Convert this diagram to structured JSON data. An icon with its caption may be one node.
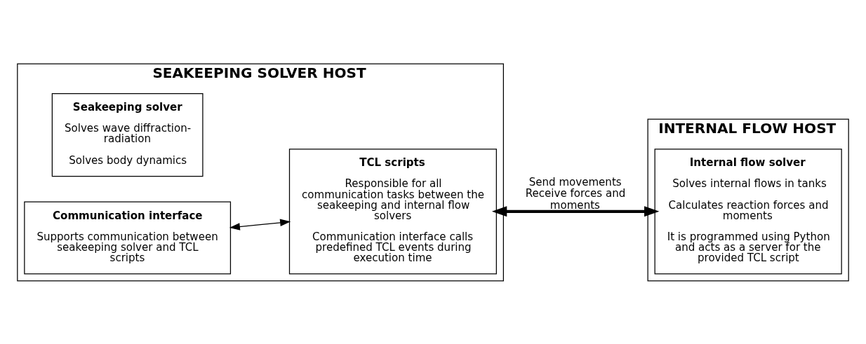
{
  "diagram": {
    "nodes": [
      {
        "text": [
          "SEAKEEPING SOLVER HOST"
        ]
      },
      {
        "text": [
          "Seakeeping solver",
          "Solves wave diffraction-radiation",
          "Solves body dynamics"
        ],
        "in": 0
      },
      {
        "text": [
          "Communication interface",
          "Supports communication between seakeeping solver and TCL scripts"
        ],
        "in": 0
      },
      {
        "text": [
          "TCL scripts",
          "Responsible for all communication tasks between the seakeeping and internal flow solvers",
          "Communication interface calls predefined TCL events during execution time"
        ],
        "in": 0
      },
      {
        "text": [
          "INTERNAL FLOW HOST"
        ]
      },
      {
        "text": [
          "Internal flow solver",
          "Solves internal flows in tanks",
          "Calculates reaction forces and moments",
          "It is programmed using Python and acts as a server for the provided TCL script"
        ],
        "in": 4
      }
    ],
    "edges": [
      {
        "from": 2,
        "to": 3,
        "arrow": "both"
      },
      {
        "from": 3,
        "to": 5,
        "arrow": "both",
        "style": "thick",
        "label": "Send movements Receive forces and moments"
      }
    ]
  }
}
